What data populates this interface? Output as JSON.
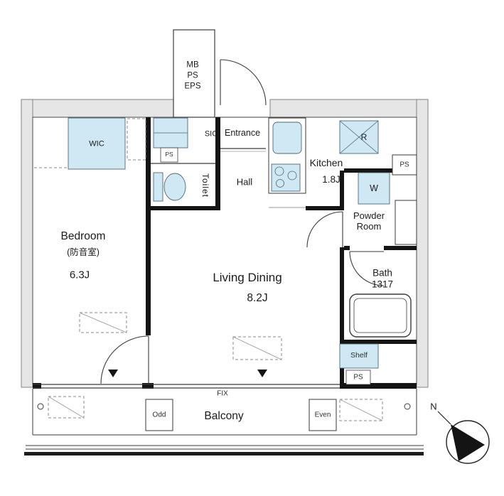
{
  "colors": {
    "fixture_fill": "#cfe8f4",
    "wall": "#141414",
    "concrete": "#e6e6e6"
  },
  "labels": {
    "shaft": {
      "mb": "MB",
      "ps": "PS",
      "eps": "EPS"
    },
    "wic": "WIC",
    "sic": "SIC",
    "ps_entry": "PS",
    "entrance": "Entrance",
    "toilet": "Toilet",
    "hall": "Hall",
    "kitchen": {
      "name": "Kitchen",
      "size": "1.8J"
    },
    "fridge": "R",
    "ps_right": "PS",
    "washer": "W",
    "powder": {
      "line1": "Powder",
      "line2": "Room"
    },
    "bath": {
      "name": "Bath",
      "size": "1317"
    },
    "bedroom": {
      "name": "Bedroom",
      "sub": "(防音室)",
      "size": "6.3J"
    },
    "living": {
      "name": "Living Dining",
      "size": "8.2J"
    },
    "shelf": "Shelf",
    "ps_bottom": "PS",
    "fix": "FIX",
    "balcony": "Balcony",
    "window_left": "Odd",
    "window_right": "Even",
    "north": "N"
  }
}
